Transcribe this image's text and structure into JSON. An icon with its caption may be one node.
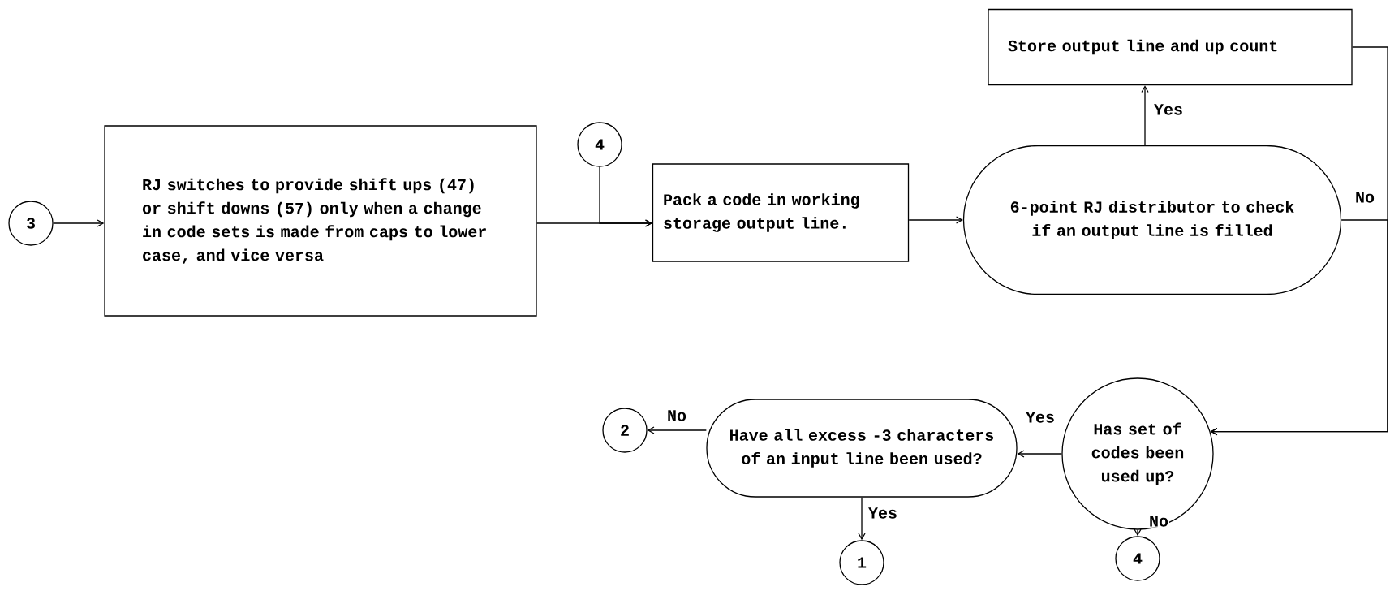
{
  "diagram": {
    "nodes": [
      {
        "text": [
          "3"
        ]
      },
      {
        "text": [
          "RJ switches to provide shift ups (47) or shift downs (57) only when a change in code sets is made from caps to lower case, and vice versa"
        ]
      },
      {
        "text": [
          "4"
        ]
      },
      {
        "text": [
          "Pack a code in working storage output line."
        ]
      },
      {
        "text": [
          "6-point RJ distributor to check if an output line is filled"
        ]
      },
      {
        "text": [
          "Store output line and up count"
        ]
      },
      {
        "text": [
          "Has set of codes been used up?"
        ]
      },
      {
        "text": [
          "Have all excess -3 characters of an input line been used?"
        ]
      },
      {
        "text": [
          "2"
        ]
      },
      {
        "text": [
          "1"
        ]
      },
      {
        "text": [
          "4"
        ]
      }
    ],
    "edges": [
      {
        "from": 0,
        "to": 1,
        "arrow": "to"
      },
      {
        "from": 1,
        "to": 3,
        "arrow": "to"
      },
      {
        "from": 2,
        "to": 3,
        "arrow": "to"
      },
      {
        "from": 3,
        "to": 4,
        "arrow": "to"
      },
      {
        "from": 4,
        "to": 5,
        "arrow": "to",
        "label": "Yes"
      },
      {
        "from": 5,
        "to": 6,
        "arrow": "to"
      },
      {
        "from": 4,
        "to": 6,
        "arrow": "to",
        "label": "No"
      },
      {
        "from": 6,
        "to": 7,
        "arrow": "to",
        "label": "Yes"
      },
      {
        "from": 6,
        "to": 10,
        "arrow": "to",
        "label": "No"
      },
      {
        "from": 7,
        "to": 8,
        "arrow": "to",
        "label": "No"
      },
      {
        "from": 7,
        "to": 9,
        "arrow": "to",
        "label": "Yes"
      }
    ]
  }
}
